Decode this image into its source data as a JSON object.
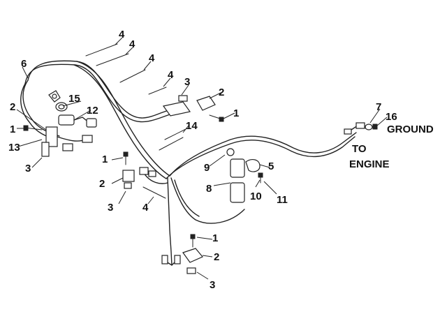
{
  "callouts": {
    "c1a": "1",
    "c1b": "1",
    "c1c": "1",
    "c1d": "1",
    "c2a": "2",
    "c2b": "2",
    "c2c": "2",
    "c2d": "2",
    "c3a": "3",
    "c3b": "3",
    "c3c": "3",
    "c3d": "3",
    "c4a": "4",
    "c4b": "4",
    "c4c": "4",
    "c4d": "4",
    "c4e": "4",
    "c5": "5",
    "c6": "6",
    "c7": "7",
    "c8": "8",
    "c9": "9",
    "c10": "10",
    "c11": "11",
    "c12": "12",
    "c13": "13",
    "c14": "14",
    "c15": "15",
    "c16": "16"
  },
  "labels": {
    "ground": "GROUND",
    "to_engine_line1": "TO",
    "to_engine_line2": "ENGINE"
  }
}
